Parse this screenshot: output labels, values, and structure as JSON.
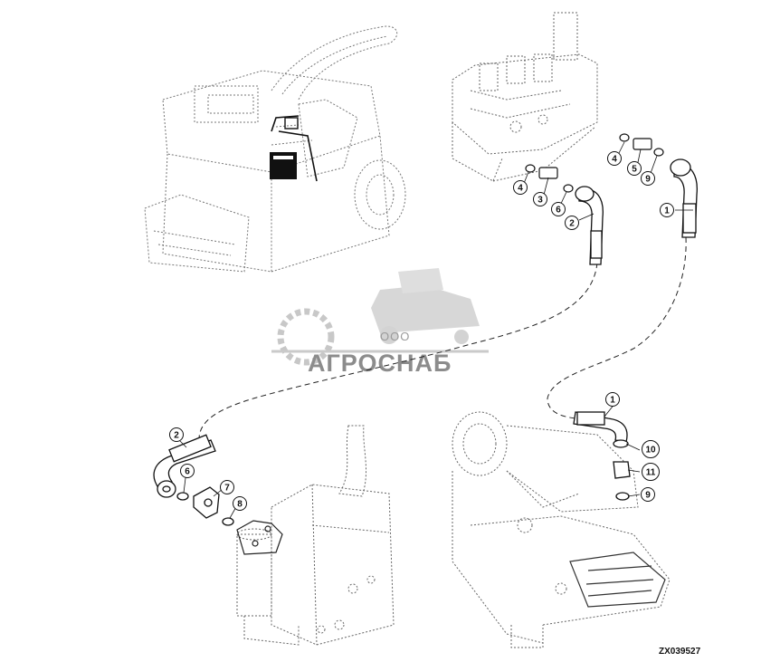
{
  "figure_reference": "ZX039527",
  "watermark": {
    "company_prefix": "ООО",
    "company_name": "АГРОСНАБ"
  },
  "callouts": {
    "c1_upper": "1",
    "c1_lower": "1",
    "c2_upper": "2",
    "c2_lower": "2",
    "c3": "3",
    "c4_left": "4",
    "c4_right": "4",
    "c5": "5",
    "c6_upper": "6",
    "c6_lower": "6",
    "c7": "7",
    "c8": "8",
    "c9_upper": "9",
    "c9_lower": "9",
    "c10": "10",
    "c11": "11"
  }
}
